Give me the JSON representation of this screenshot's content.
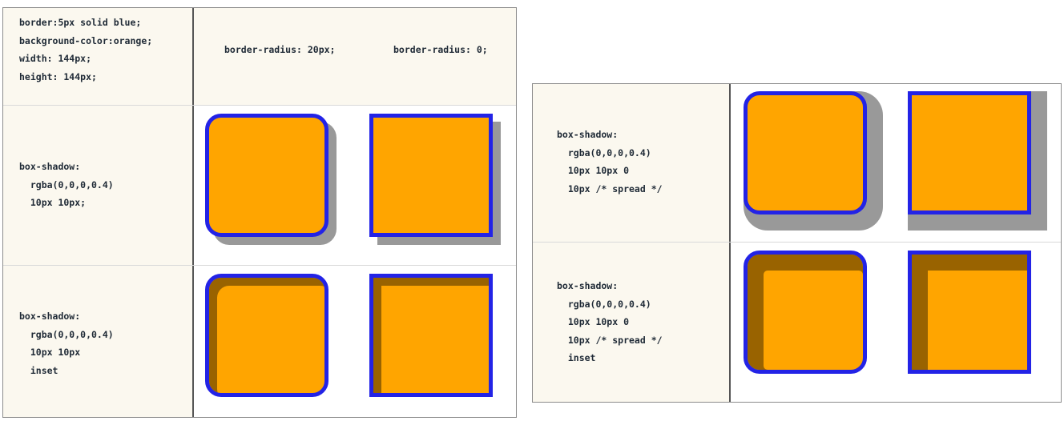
{
  "left_table": {
    "header_code": "border:5px solid blue;\nbackground-color:orange;\nwidth: 144px;\nheight: 144px;",
    "col_radius_20": "border-radius: 20px;",
    "col_radius_0": "border-radius: 0;",
    "row1_code": "box-shadow:\n  rgba(0,0,0,0.4)\n  10px 10px;",
    "row2_code": "box-shadow:\n  rgba(0,0,0,0.4)\n  10px 10px\n  inset"
  },
  "right_table": {
    "row1_code": "box-shadow:\n  rgba(0,0,0,0.4)\n  10px 10px 0\n  10px /* spread */",
    "row2_code": "box-shadow:\n  rgba(0,0,0,0.4)\n  10px 10px 0\n  10px /* spread */\n  inset"
  },
  "colors": {
    "box_border": "#2323e6",
    "box_fill": "#ffa500",
    "label_background": "#fbf8ef"
  }
}
